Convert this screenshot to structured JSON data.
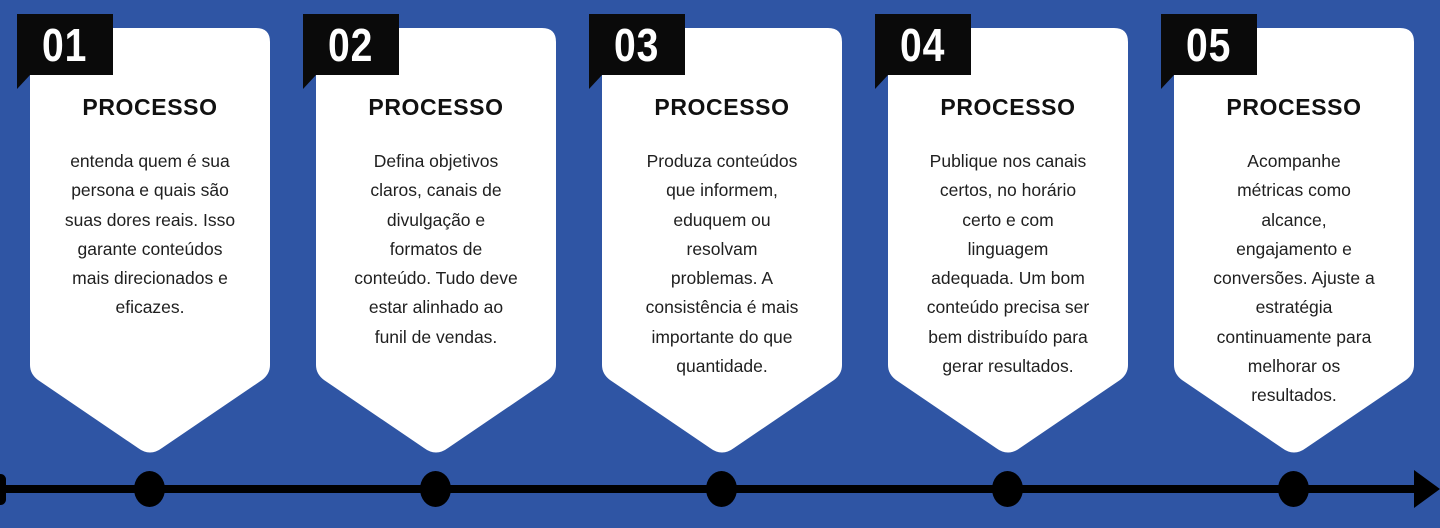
{
  "colors": {
    "background": "#2f55a4",
    "badge_black": "#0a0a0a",
    "card_white": "#ffffff",
    "timeline_black": "#000000",
    "title_text": "#111111",
    "body_text": "#202020"
  },
  "steps": [
    {
      "number": "01",
      "title": "PROCESSO",
      "description": "entenda quem é sua\npersona e quais são\nsuas dores reais. Isso\ngarante conteúdos\nmais direcionados e\neficazes."
    },
    {
      "number": "02",
      "title": "PROCESSO",
      "description": "Defina objetivos\nclaros, canais de\ndivulgação e\nformatos de\nconteúdo. Tudo deve\nestar alinhado ao\nfunil de vendas."
    },
    {
      "number": "03",
      "title": "PROCESSO",
      "description": "Produza conteúdos\nque informem,\neduquem ou\nresolvam\nproblemas. A\nconsistência é mais\nimportante do que\nquantidade."
    },
    {
      "number": "04",
      "title": "PROCESSO",
      "description": "Publique nos canais\ncertos, no horário\ncerto e com\nlinguagem\nadequada. Um bom\nconteúdo precisa ser\nbem distribuído para\ngerar resultados."
    },
    {
      "number": "05",
      "title": "PROCESSO",
      "description": "Acompanhe\nmétricas como\nalcance,\nengajamento e\nconversões. Ajuste a\nestratégia\ncontinuamente para\nmelhorar os\nresultados."
    }
  ],
  "timeline": {
    "dot_count": 5
  }
}
